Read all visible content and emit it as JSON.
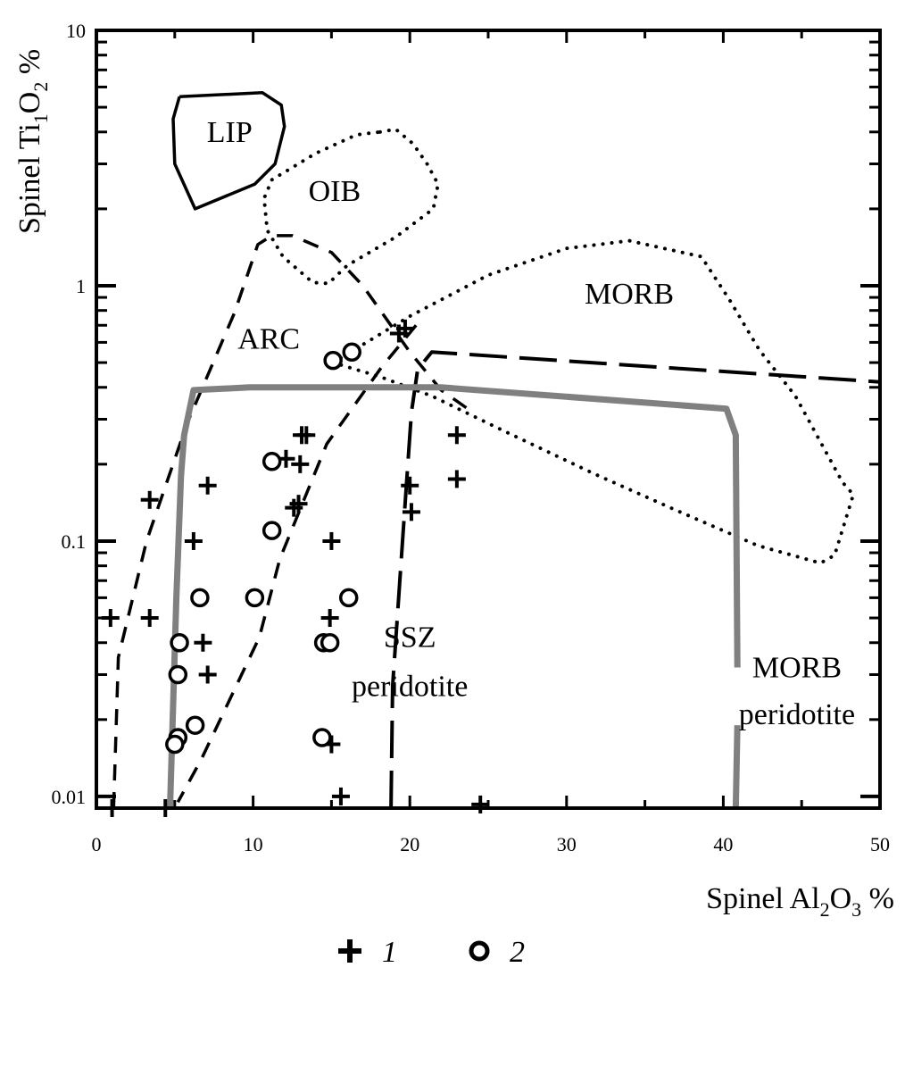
{
  "chart_data": {
    "type": "scatter",
    "x_label": {
      "pre": "Spinel Al",
      "sub1": "2",
      "mid": "O",
      "sub2": "3",
      "post": " %"
    },
    "y_label": {
      "pre": "Spinel Ti",
      "sub1": "1",
      "mid": "O",
      "sub2": "2",
      "post": " %"
    },
    "xlim": [
      0,
      50
    ],
    "ylim": [
      0.009,
      10
    ],
    "y_scale": "log",
    "x_ticks": [
      {
        "value": 0,
        "label": "0"
      },
      {
        "value": 10,
        "label": "10"
      },
      {
        "value": 20,
        "label": "20"
      },
      {
        "value": 30,
        "label": "30"
      },
      {
        "value": 40,
        "label": "40"
      },
      {
        "value": 50,
        "label": "50"
      }
    ],
    "y_ticks": [
      {
        "value": 0.01,
        "label": "0.01"
      },
      {
        "value": 0.1,
        "label": "0.1"
      },
      {
        "value": 1,
        "label": "1"
      },
      {
        "value": 10,
        "label": "10"
      }
    ],
    "fields": [
      {
        "name": "LIP",
        "style": "solid",
        "color": "#000000",
        "points": [
          [
            5.3,
            5.5
          ],
          [
            10.6,
            5.7
          ],
          [
            11.8,
            5.1
          ],
          [
            12,
            4.2
          ],
          [
            11.4,
            3.0
          ],
          [
            10.1,
            2.5
          ],
          [
            6.3,
            2.0
          ],
          [
            5.0,
            3.0
          ],
          [
            4.9,
            4.5
          ],
          [
            5.3,
            5.5
          ]
        ]
      },
      {
        "name": "OIB",
        "style": "dotted",
        "color": "#000000",
        "points": [
          [
            18.1,
            4.0
          ],
          [
            19.1,
            4.1
          ],
          [
            20.2,
            3.6
          ],
          [
            21.1,
            3.0
          ],
          [
            21.8,
            2.5
          ],
          [
            21.5,
            2.0
          ],
          [
            19.1,
            1.55
          ],
          [
            16.0,
            1.2
          ],
          [
            14.8,
            1.02
          ],
          [
            13.8,
            1.03
          ],
          [
            11.9,
            1.3
          ],
          [
            10.9,
            1.65
          ],
          [
            10.7,
            2.2
          ],
          [
            11.2,
            2.6
          ],
          [
            14.0,
            3.3
          ],
          [
            16.6,
            3.9
          ],
          [
            18.1,
            4.0
          ]
        ]
      },
      {
        "name": "MORB",
        "style": "dotted",
        "color": "#000000",
        "points": [
          [
            15.1,
            0.5
          ],
          [
            20.0,
            0.76
          ],
          [
            25.0,
            1.1
          ],
          [
            30.0,
            1.4
          ],
          [
            34.0,
            1.5
          ],
          [
            38.6,
            1.3
          ],
          [
            40.4,
            0.88
          ],
          [
            42.3,
            0.56
          ],
          [
            44.6,
            0.37
          ],
          [
            47.6,
            0.17
          ],
          [
            48.3,
            0.152
          ],
          [
            47.1,
            0.088
          ],
          [
            46.2,
            0.082
          ],
          [
            42.2,
            0.096
          ],
          [
            37.0,
            0.132
          ],
          [
            31.8,
            0.183
          ],
          [
            26.0,
            0.27
          ],
          [
            21.4,
            0.37
          ],
          [
            18.1,
            0.44
          ],
          [
            15.1,
            0.5
          ]
        ]
      }
    ],
    "boundaries": [
      {
        "name": "ARC field boundary",
        "style": "short-dash",
        "color": "#000000",
        "points": [
          [
            1.1,
            0.009
          ],
          [
            1.4,
            0.035
          ],
          [
            3.2,
            0.1
          ],
          [
            5.8,
            0.29
          ],
          [
            8.8,
            0.78
          ],
          [
            10.3,
            1.45
          ],
          [
            11.2,
            1.57
          ],
          [
            12.5,
            1.57
          ],
          [
            15.0,
            1.35
          ],
          [
            17.0,
            1.0
          ],
          [
            20.0,
            0.55
          ],
          [
            22.0,
            0.39
          ],
          [
            24.0,
            0.32
          ]
        ]
      },
      {
        "name": "ARC inner boundary",
        "style": "short-dash",
        "color": "#000000",
        "points": [
          [
            20.4,
            0.7
          ],
          [
            18.2,
            0.48
          ],
          [
            14.7,
            0.24
          ],
          [
            11.7,
            0.085
          ],
          [
            10.4,
            0.042
          ],
          [
            6.7,
            0.014
          ],
          [
            5.2,
            0.0095
          ]
        ]
      },
      {
        "name": "SSZ/MORB peridotite boundary",
        "style": "long-dash",
        "color": "#000000",
        "points": [
          [
            18.8,
            0.009
          ],
          [
            18.9,
            0.027
          ],
          [
            19.6,
            0.115
          ],
          [
            20.1,
            0.32
          ],
          [
            20.5,
            0.47
          ],
          [
            21.4,
            0.55
          ],
          [
            50.0,
            0.42
          ]
        ]
      },
      {
        "name": "Mantle array",
        "style": "solid-thick",
        "color": "#808080",
        "points": [
          [
            4.7,
            0.009
          ],
          [
            5.1,
            0.06
          ],
          [
            5.4,
            0.18
          ],
          [
            5.6,
            0.26
          ],
          [
            6.2,
            0.39
          ],
          [
            9.8,
            0.4
          ],
          [
            22.0,
            0.4
          ],
          [
            40.2,
            0.33
          ],
          [
            40.8,
            0.26
          ],
          [
            40.9,
            0.032
          ]
        ]
      },
      {
        "name": "Mantle array lower tail",
        "style": "solid-thick",
        "color": "#808080",
        "points": [
          [
            40.9,
            0.019
          ],
          [
            40.8,
            0.009
          ]
        ]
      }
    ],
    "field_labels": [
      {
        "text": "LIP",
        "x": 8.5,
        "y": 4.0
      },
      {
        "text": "OIB",
        "x": 15.2,
        "y": 2.35
      },
      {
        "text": "MORB",
        "x": 34.0,
        "y": 0.93
      },
      {
        "text": "ARC",
        "x": 11.0,
        "y": 0.62
      },
      {
        "text": "SSZ",
        "x": 20.0,
        "y": 0.042
      },
      {
        "text": "peridotite",
        "x": 20.0,
        "y": 0.027
      },
      {
        "text": "MORB",
        "x": 44.7,
        "y": 0.032
      },
      {
        "text": "peridotite",
        "x": 44.7,
        "y": 0.021
      }
    ],
    "series": [
      {
        "name": "1",
        "marker": "cross",
        "points": [
          [
            0.9,
            0.05
          ],
          [
            1.0,
            0.009
          ],
          [
            3.4,
            0.145
          ],
          [
            3.4,
            0.05
          ],
          [
            4.4,
            0.009
          ],
          [
            6.2,
            0.1
          ],
          [
            6.8,
            0.04
          ],
          [
            7.1,
            0.165
          ],
          [
            7.1,
            0.03
          ],
          [
            12.1,
            0.21
          ],
          [
            12.6,
            0.135
          ],
          [
            12.9,
            0.14
          ],
          [
            13.0,
            0.2
          ],
          [
            13.1,
            0.26
          ],
          [
            13.4,
            0.26
          ],
          [
            15.0,
            0.1
          ],
          [
            14.9,
            0.05
          ],
          [
            15.0,
            0.016
          ],
          [
            15.6,
            0.01
          ],
          [
            19.3,
            0.65
          ],
          [
            19.7,
            0.68
          ],
          [
            20.0,
            0.165
          ],
          [
            20.1,
            0.13
          ],
          [
            23.0,
            0.26
          ],
          [
            23.0,
            0.175
          ],
          [
            24.5,
            0.0093
          ]
        ]
      },
      {
        "name": "2",
        "marker": "circle",
        "points": [
          [
            5.2,
            0.017
          ],
          [
            5.0,
            0.016
          ],
          [
            5.2,
            0.03
          ],
          [
            5.3,
            0.04
          ],
          [
            6.3,
            0.019
          ],
          [
            6.6,
            0.06
          ],
          [
            10.1,
            0.06
          ],
          [
            11.2,
            0.11
          ],
          [
            11.2,
            0.205
          ],
          [
            14.4,
            0.017
          ],
          [
            14.5,
            0.04
          ],
          [
            14.9,
            0.04
          ],
          [
            16.1,
            0.06
          ],
          [
            15.1,
            0.51
          ],
          [
            16.3,
            0.55
          ]
        ]
      }
    ]
  },
  "legend": {
    "items": [
      {
        "marker": "cross",
        "label": "1"
      },
      {
        "marker": "circle",
        "label": "2"
      }
    ]
  }
}
